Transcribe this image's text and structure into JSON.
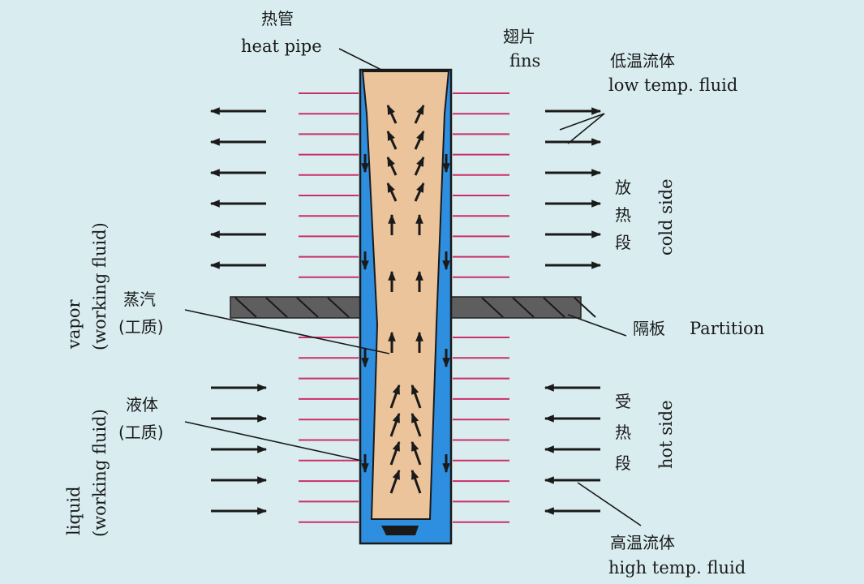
{
  "labels": {
    "heat_pipe_cn": "热管",
    "heat_pipe_en": "heat pipe",
    "fins_cn": "翅片",
    "fins_en": "fins",
    "low_temp_cn": "低温流体",
    "low_temp_en": "low temp. fluid",
    "cold_side_cn": [
      "放",
      "热",
      "段"
    ],
    "cold_side_en": "cold side",
    "vapor_cn": "蒸汽",
    "vapor_cn2": "(工质)",
    "liquid_cn": "液体",
    "liquid_cn2": "(工质)",
    "partition_cn": "隔板",
    "partition_en": "Partition",
    "hot_side_cn": [
      "受",
      "热",
      "段"
    ],
    "hot_side_en": "hot side",
    "high_temp_cn": "高温流体",
    "high_temp_en": "high temp. fluid",
    "vapor_en_1": "vapor",
    "vapor_en_2": "(working fluid)",
    "liquid_en_1": "liquid",
    "liquid_en_2": "(working fluid)"
  },
  "colors": {
    "background": "#d9edf1",
    "liquid_blue": "#2e8fe0",
    "vapor_core": "#ebc49b",
    "fins": "#cc2e68",
    "partition": "#5e5e5e",
    "ink": "#1a1a1a"
  }
}
